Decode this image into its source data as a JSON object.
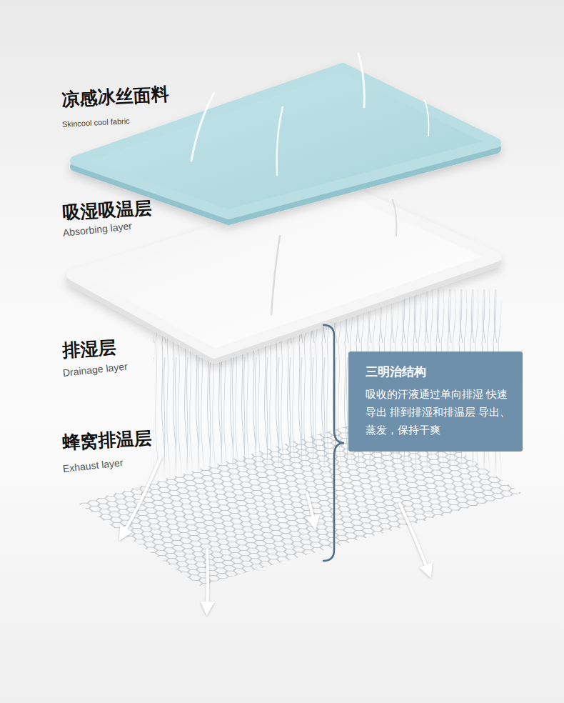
{
  "diagram": {
    "nodes": [
      {
        "text": [
          "三明治结构",
          "吸收的汗液通过单向排湿 快速导出 排到排湿和排温层 导出、蒸发，保持干爽"
        ]
      }
    ],
    "labels": [
      "凉感冰丝面料",
      "Skincool cool fabric",
      "吸湿吸温层",
      "Absorbing layer",
      "排湿层",
      "Drainage layer",
      "蜂窝排温层",
      "Exhaust layer"
    ]
  }
}
